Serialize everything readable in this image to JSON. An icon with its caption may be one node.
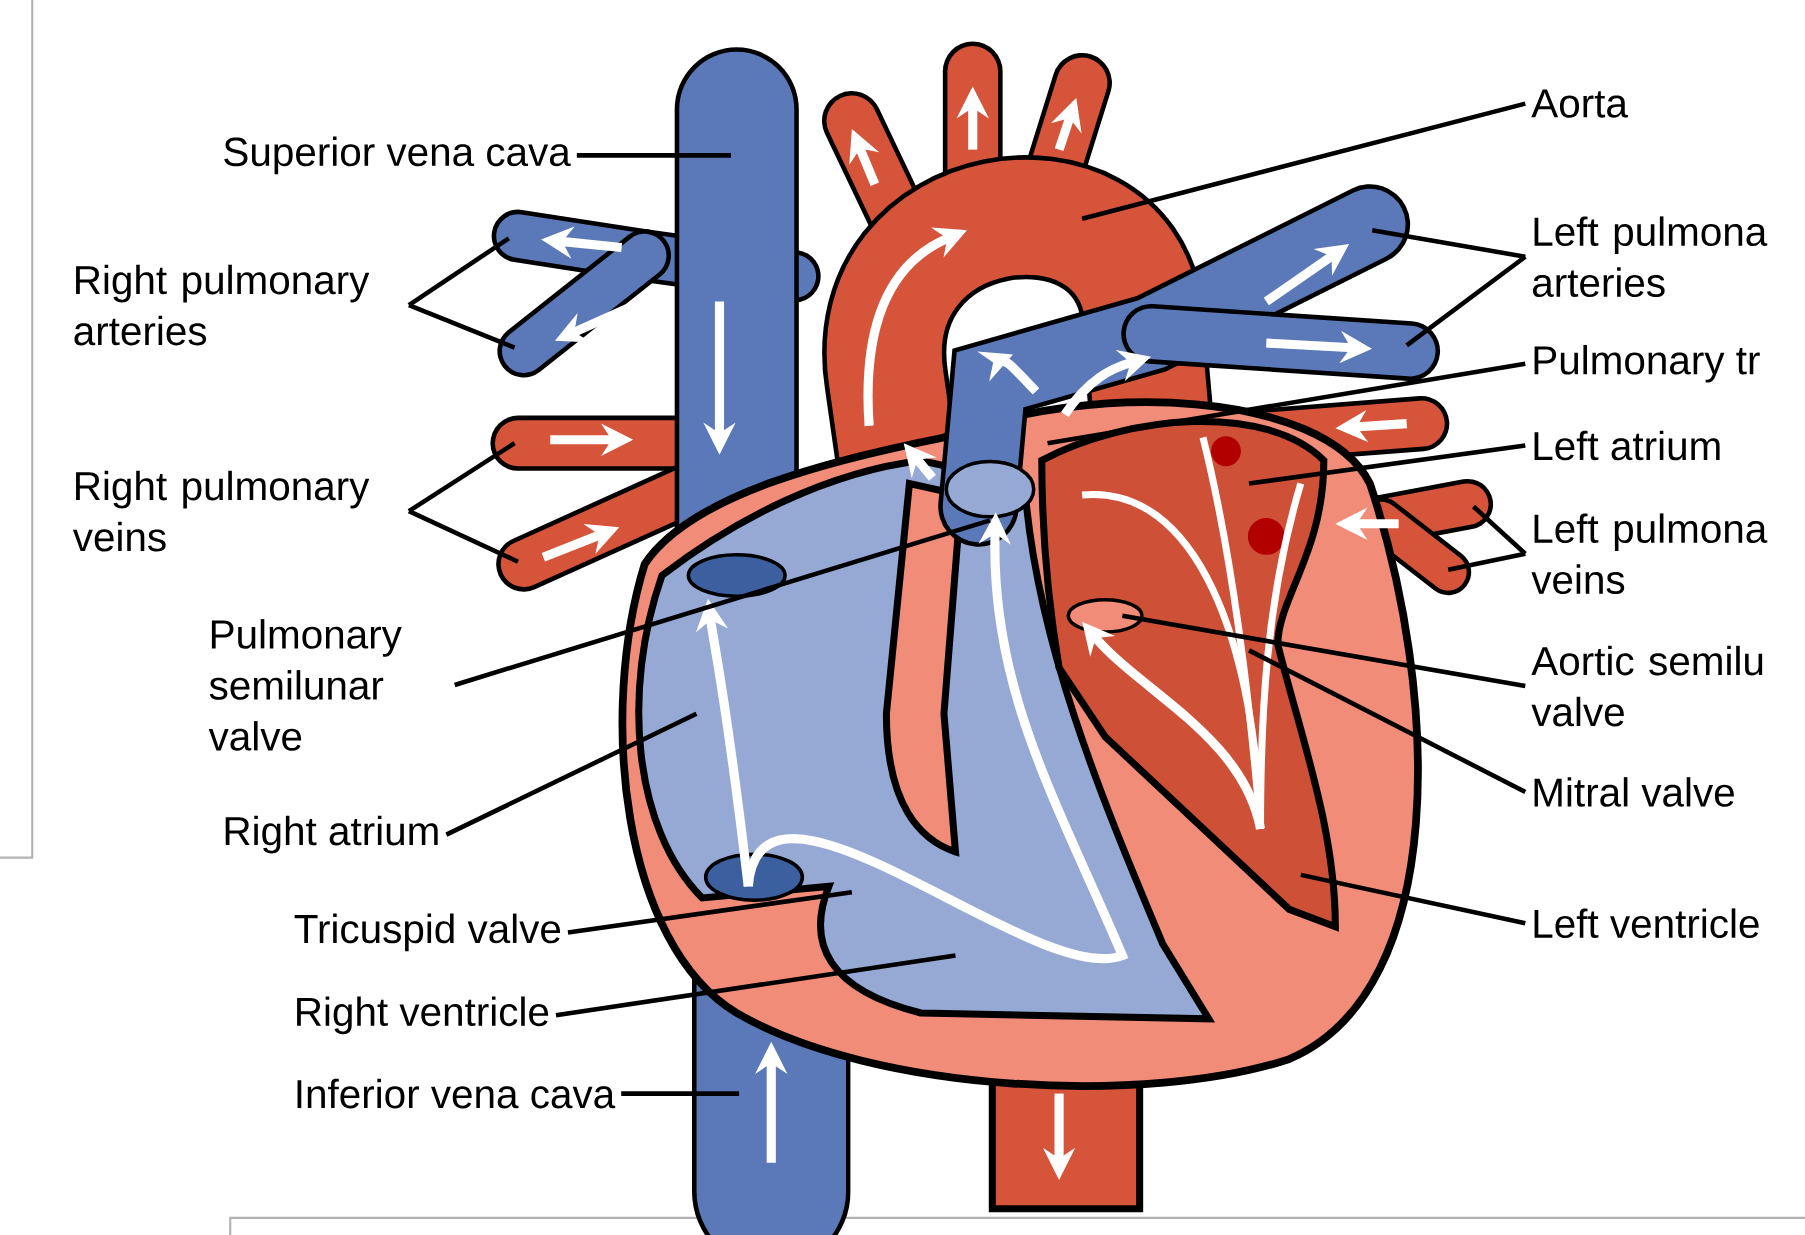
{
  "diagram": {
    "nodes": [
      {
        "text": [
          "Superior vena cava"
        ]
      },
      {
        "text": [
          "Right pulmonary arteries"
        ]
      },
      {
        "text": [
          "Right pulmonary veins"
        ]
      },
      {
        "text": [
          "Pulmonary semilunar valve"
        ]
      },
      {
        "text": [
          "Right atrium"
        ]
      },
      {
        "text": [
          "Tricuspid valve"
        ]
      },
      {
        "text": [
          "Right ventricle"
        ]
      },
      {
        "text": [
          "Inferior vena cava"
        ]
      },
      {
        "text": [
          "Aorta"
        ]
      },
      {
        "text": [
          "Left pulmona arteries"
        ]
      },
      {
        "text": [
          "Pulmonary tr"
        ]
      },
      {
        "text": [
          "Left atrium"
        ]
      },
      {
        "text": [
          "Left pulmona veins"
        ]
      },
      {
        "text": [
          "Aortic semilu valve"
        ]
      },
      {
        "text": [
          "Mitral valve"
        ]
      },
      {
        "text": [
          "Left ventricle"
        ]
      }
    ],
    "edges": [
      {
        "from": 0,
        "to": null,
        "arrow": "none"
      },
      {
        "from": 1,
        "to": null,
        "arrow": "none"
      },
      {
        "from": 1,
        "to": null,
        "arrow": "none"
      },
      {
        "from": 2,
        "to": null,
        "arrow": "none"
      },
      {
        "from": 2,
        "to": null,
        "arrow": "none"
      },
      {
        "from": 3,
        "to": null,
        "arrow": "none"
      },
      {
        "from": 4,
        "to": null,
        "arrow": "none"
      },
      {
        "from": 5,
        "to": null,
        "arrow": "none"
      },
      {
        "from": 6,
        "to": null,
        "arrow": "none"
      },
      {
        "from": 7,
        "to": null,
        "arrow": "none"
      },
      {
        "from": 8,
        "to": null,
        "arrow": "none"
      },
      {
        "from": 9,
        "to": null,
        "arrow": "none"
      },
      {
        "from": 9,
        "to": null,
        "arrow": "none"
      },
      {
        "from": 10,
        "to": null,
        "arrow": "none"
      },
      {
        "from": 11,
        "to": null,
        "arrow": "none"
      },
      {
        "from": 12,
        "to": null,
        "arrow": "none"
      },
      {
        "from": 12,
        "to": null,
        "arrow": "none"
      },
      {
        "from": 13,
        "to": null,
        "arrow": "none"
      },
      {
        "from": 14,
        "to": null,
        "arrow": "none"
      },
      {
        "from": 15,
        "to": null,
        "arrow": "none"
      }
    ]
  }
}
